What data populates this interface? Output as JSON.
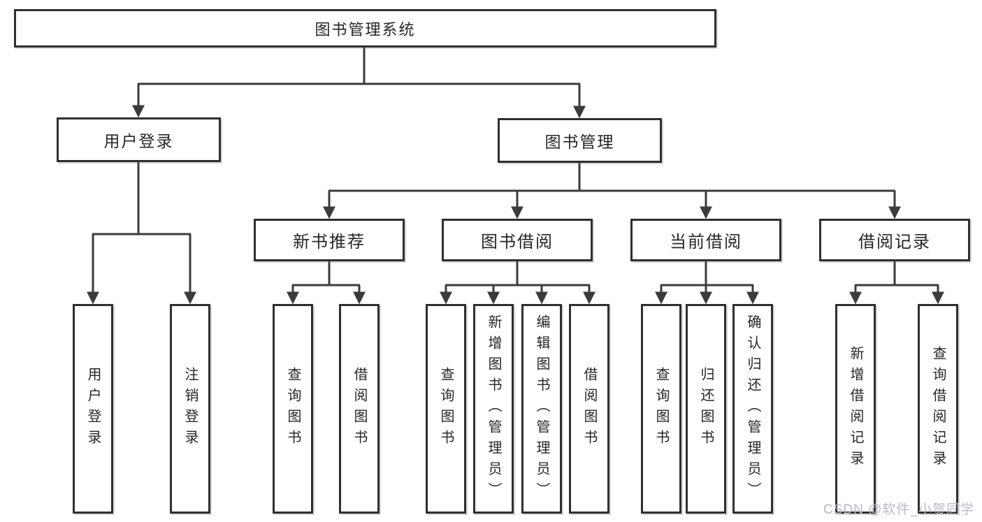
{
  "diagram": {
    "root": {
      "label": "图书管理系统"
    },
    "level2": [
      {
        "label": "用户登录"
      },
      {
        "label": "图书管理"
      }
    ],
    "level3": [
      {
        "label": "新书推荐"
      },
      {
        "label": "图书借阅"
      },
      {
        "label": "当前借阅"
      },
      {
        "label": "借阅记录"
      }
    ],
    "leaves": [
      {
        "label": "用户登录"
      },
      {
        "label": "注销登录"
      },
      {
        "label": "查询图书"
      },
      {
        "label": "借阅图书"
      },
      {
        "label": "查询图书"
      },
      {
        "label": "新增图书（管理员）"
      },
      {
        "label": "编辑图书（管理员）"
      },
      {
        "label": "借阅图书"
      },
      {
        "label": "查询图书"
      },
      {
        "label": "归还图书"
      },
      {
        "label": "确认归还（管理员）"
      },
      {
        "label": "新增借阅记录"
      },
      {
        "label": "查询借阅记录"
      }
    ],
    "watermark": "CSDN @软件_小贺同学",
    "colors": {
      "line": "#3b3b3b",
      "box_border": "#2f2f2f",
      "text": "#262626",
      "watermark": "#b7bbc3",
      "background": "#ffffff"
    }
  }
}
